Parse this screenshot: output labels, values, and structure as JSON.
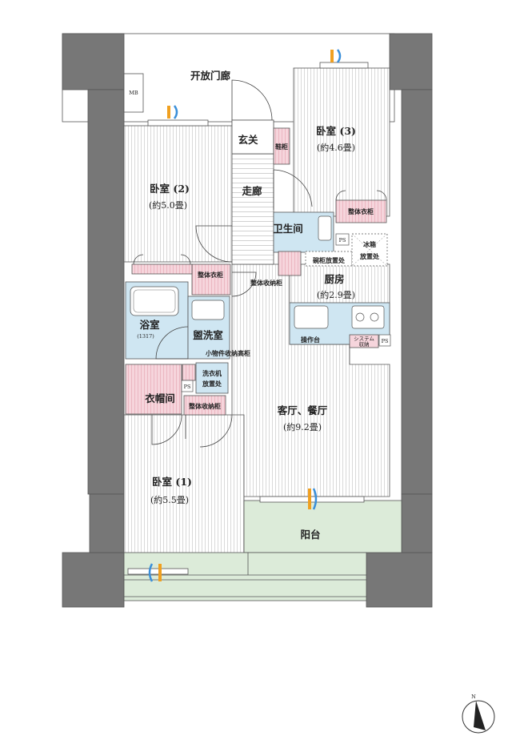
{
  "colors": {
    "wall": "#777777",
    "closet": "#f6d5dc",
    "wet": "#cfe6f2",
    "balcony": "#dcebd9",
    "window_orange": "#f0a020",
    "window_blue": "#3a8fd9"
  },
  "rooms": {
    "open_corridor": "开放门廊",
    "mb": "MB",
    "entrance": "玄关",
    "shoe_cabinet": "鞋柜",
    "hallway": "走廊",
    "bedroom3": {
      "name": "卧室 (3)",
      "area": "(約4.6畳)"
    },
    "bedroom2": {
      "name": "卧室 (2)",
      "area": "(約5.0畳)"
    },
    "bedroom1": {
      "name": "卧室 (1)",
      "area": "(約5.5畳)"
    },
    "living": {
      "name": "客厅、餐厅",
      "area": "(約9.2畳)"
    },
    "kitchen": {
      "name": "厨房",
      "area": "(約2.9畳)"
    },
    "toilet": "卫生间",
    "bath": {
      "name": "浴室",
      "size": "(1317)"
    },
    "washroom": "盥洗室",
    "closet_room": "衣帽间",
    "balcony": "阳台"
  },
  "labels": {
    "wardrobe": "整体衣柜",
    "storage_cabinet": "整体收纳柜",
    "small_items_cabinet": "小物件收纳高柜",
    "washer": "洗衣机放置处",
    "washer_line1": "洗衣机",
    "washer_line2": "放置处",
    "dish_rack": "碗柜放置处",
    "fridge_line1": "冰箱",
    "fridge_line2": "放置处",
    "counter": "操作台",
    "system_storage_line1": "システム",
    "system_storage_line2": "収納",
    "ps": "PS"
  },
  "compass": {
    "north": "N"
  }
}
